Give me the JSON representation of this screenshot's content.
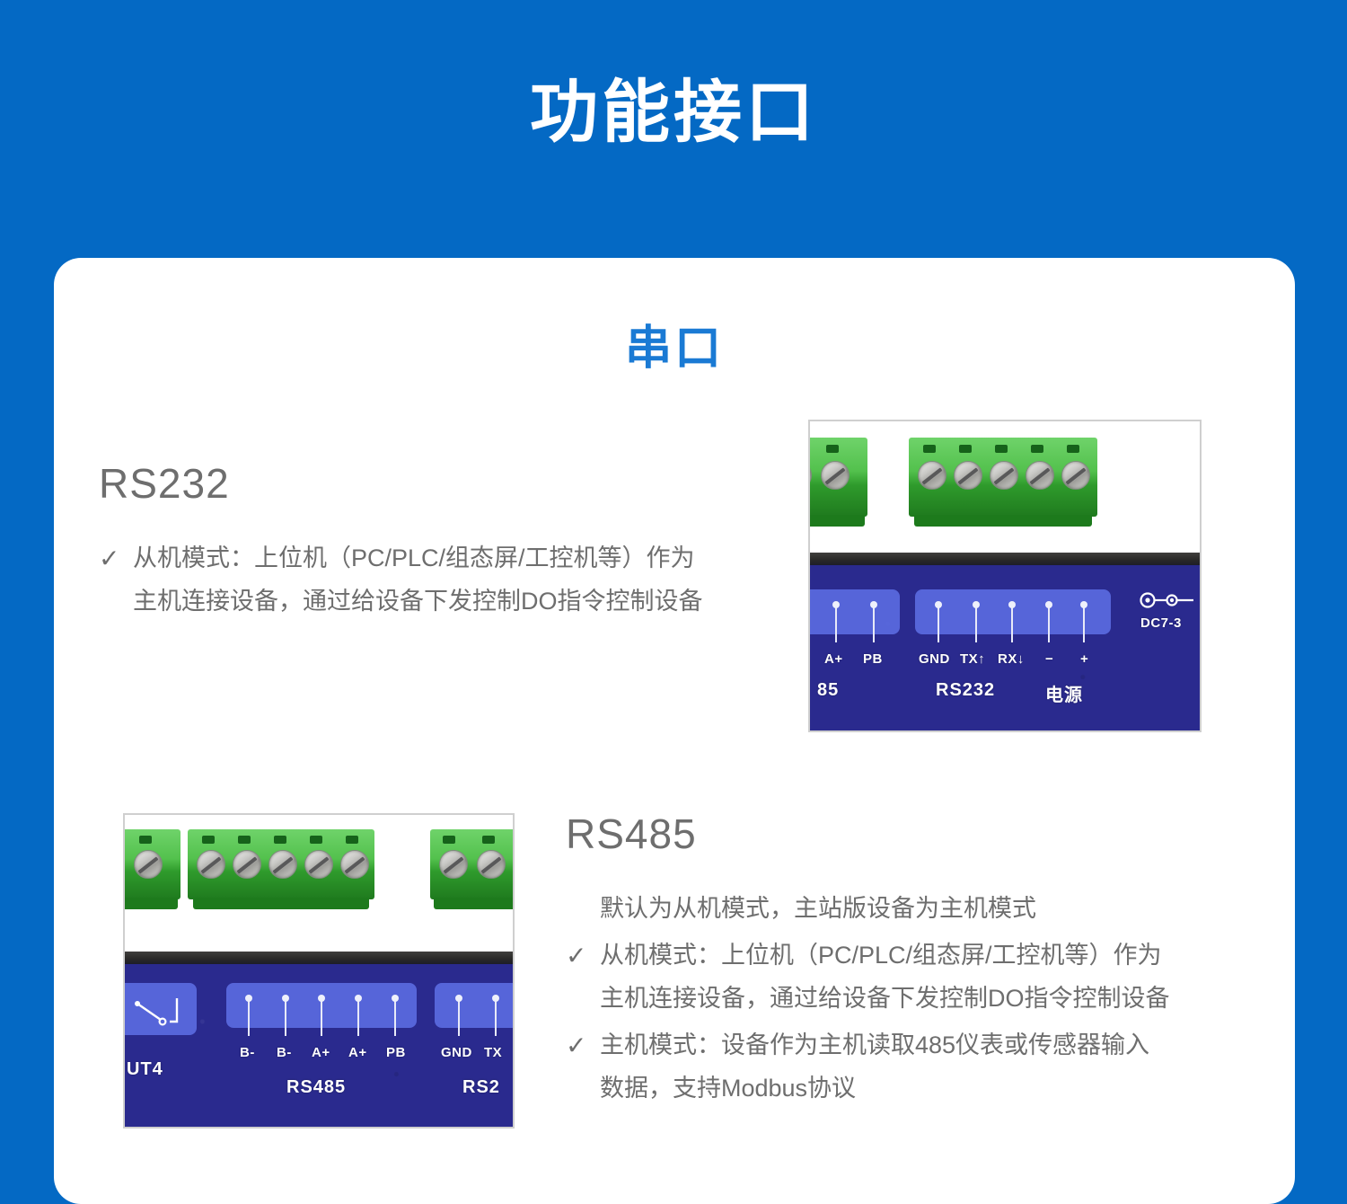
{
  "page": {
    "title": "功能接口",
    "background_color": "#0469c4",
    "card_background": "#ffffff"
  },
  "section": {
    "heading": "串口",
    "heading_color": "#1a7ad4"
  },
  "interfaces": [
    {
      "id": "rs232",
      "title": "RS232",
      "title_color": "#6e6e6e",
      "bullets": [
        {
          "check": "✓",
          "lines": [
            "从机模式：上位机（PC/PLC/组态屏/工控机等）作为",
            "主机连接设备，通过给设备下发控制DO指令控制设备"
          ]
        }
      ],
      "photo": {
        "labels_row": [
          "A+",
          "PB",
          "GND",
          "TX↑",
          "RX↓",
          "−",
          "+"
        ],
        "group_labels": [
          "85",
          "RS232",
          "电源"
        ],
        "connector_label": "DC7-3"
      }
    },
    {
      "id": "rs485",
      "title": "RS485",
      "title_color": "#6e6e6e",
      "bullets": [
        {
          "check": "",
          "lines": [
            "默认为从机模式，主站版设备为主机模式"
          ]
        },
        {
          "check": "✓",
          "lines": [
            "从机模式：上位机（PC/PLC/组态屏/工控机等）作为",
            "主机连接设备，通过给设备下发控制DO指令控制设备"
          ]
        },
        {
          "check": "✓",
          "lines": [
            "主机模式：设备作为主机读取485仪表或传感器输入",
            "数据，支持Modbus协议"
          ]
        }
      ],
      "photo": {
        "labels_row": [
          "B-",
          "B-",
          "A+",
          "A+",
          "PB",
          "GND",
          "TX"
        ],
        "group_labels": [
          "UT4",
          "RS485",
          "RS2"
        ]
      }
    }
  ],
  "colors": {
    "brand_blue": "#0469c4",
    "heading_blue": "#1a7ad4",
    "body_gray": "#6e6e6e",
    "pcb_navy": "#2a2a8e",
    "terminal_green": "#53c14d"
  }
}
